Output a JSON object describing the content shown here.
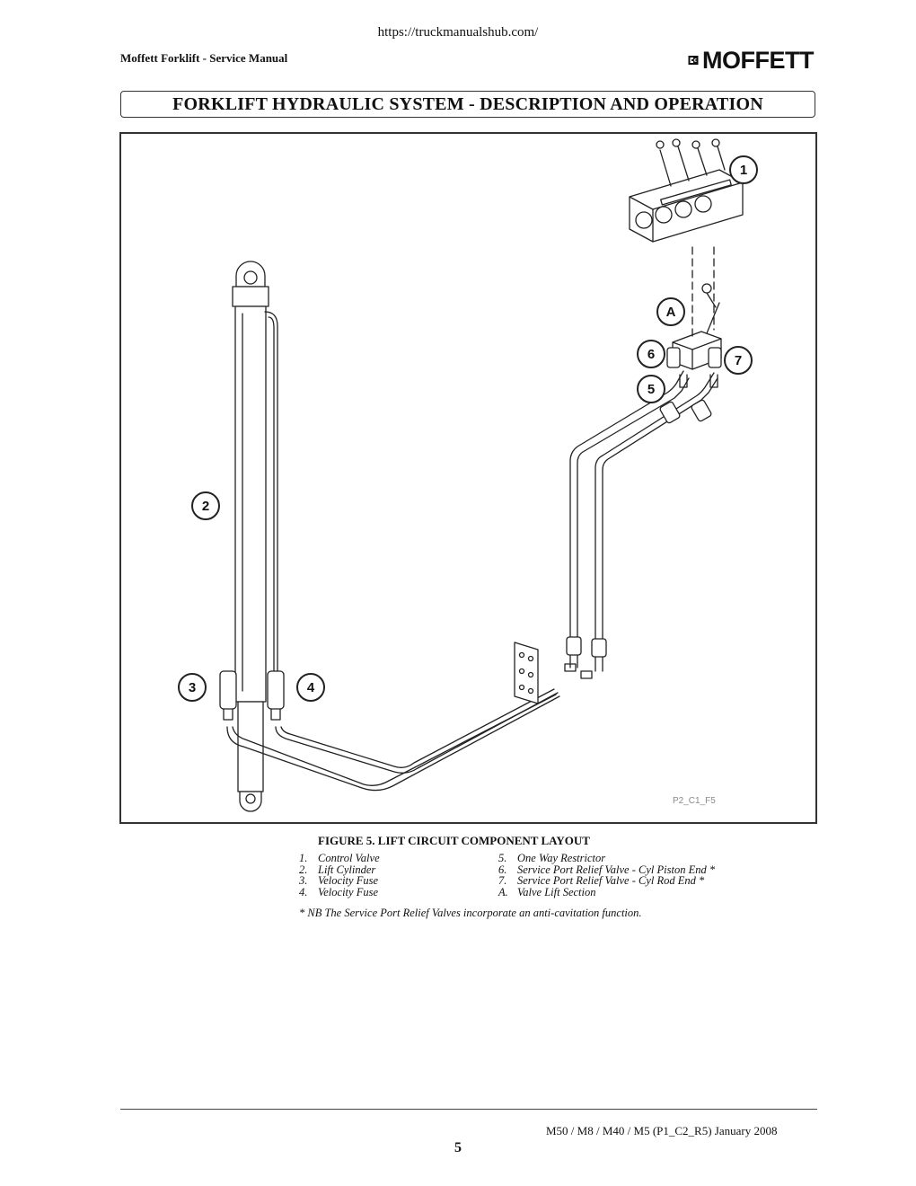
{
  "header": {
    "url": "https://truckmanualshub.com/",
    "manual_title": "Moffett Forklift - Service Manual",
    "logo_text": "MOFFETT"
  },
  "section_title": "FORKLIFT HYDRAULIC SYSTEM - DESCRIPTION AND OPERATION",
  "figure": {
    "code": "P2_C1_F5",
    "callouts": [
      "1",
      "2",
      "3",
      "4",
      "5",
      "6",
      "7",
      "A"
    ],
    "caption": "FIGURE 5.  LIFT CIRCUIT COMPONENT LAYOUT",
    "legend_left": [
      {
        "num": "1.",
        "text": "Control Valve"
      },
      {
        "num": "2.",
        "text": "Lift Cylinder"
      },
      {
        "num": "3.",
        "text": "Velocity Fuse"
      },
      {
        "num": "4.",
        "text": "Velocity Fuse"
      }
    ],
    "legend_right": [
      {
        "num": "5.",
        "text": "One Way Restrictor"
      },
      {
        "num": "6.",
        "text": "Service Port Relief Valve - Cyl Piston End *"
      },
      {
        "num": "7.",
        "text": "Service Port Relief Valve - Cyl Rod End *"
      },
      {
        "num": "A.",
        "text": "Valve Lift Section"
      }
    ],
    "note": "* NB  The Service Port Relief Valves incorporate an anti-cavitation function."
  },
  "footer": {
    "model_info": "M50 / M8 / M40 / M5   (P1_C2_R5) January 2008",
    "page_number": "5"
  }
}
